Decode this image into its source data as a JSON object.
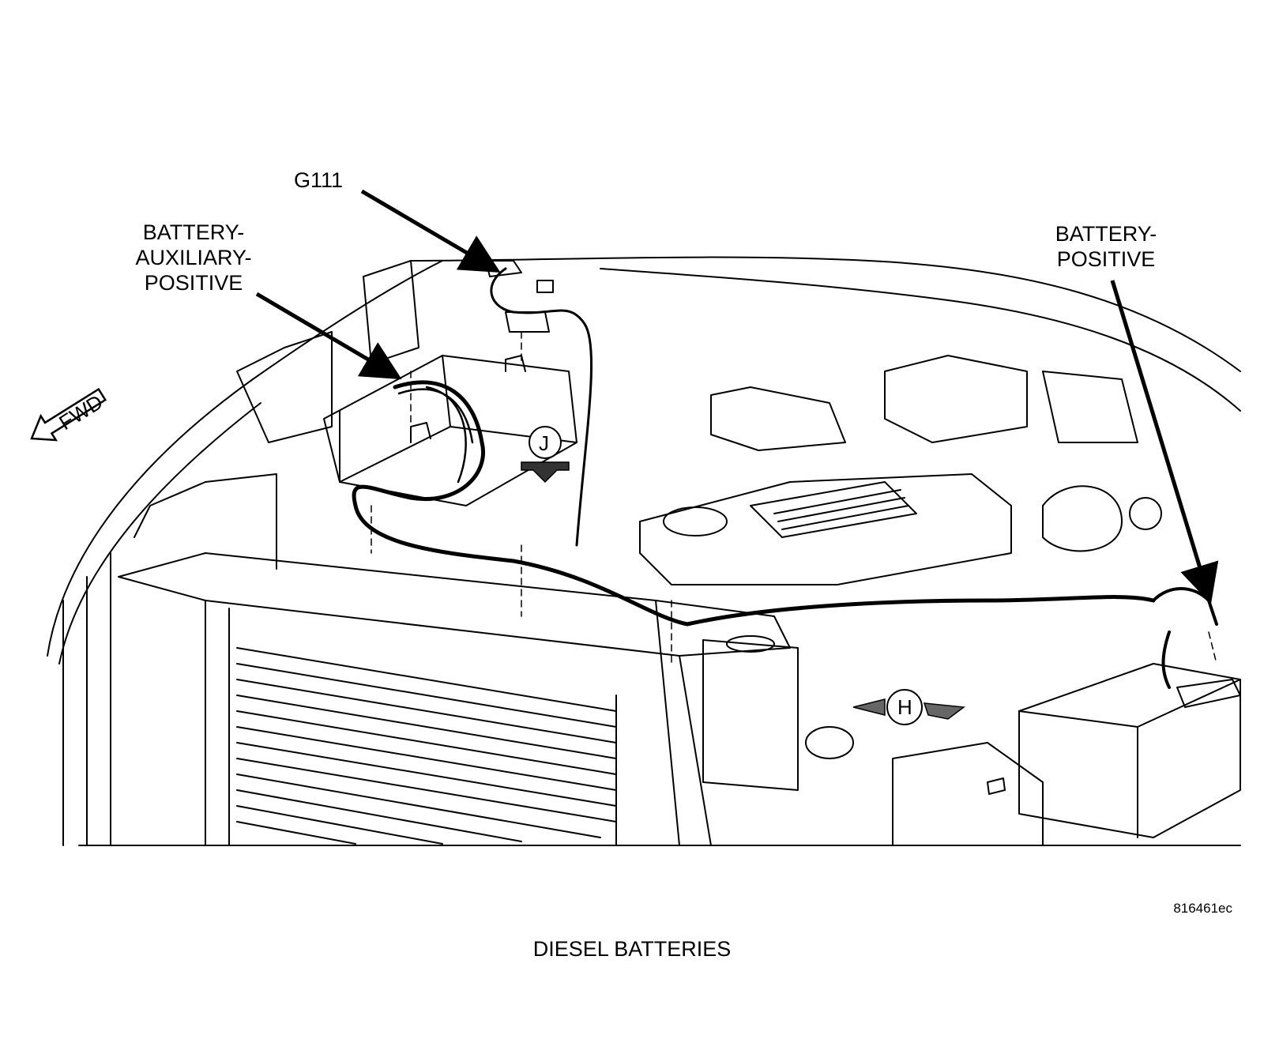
{
  "labels": {
    "g111": "G111",
    "aux_positive": [
      "BATTERY-",
      "AUXILIARY-",
      "POSITIVE"
    ],
    "battery_positive": [
      "BATTERY-",
      "POSITIVE"
    ]
  },
  "callouts": {
    "fwd": "FWD",
    "j": "J",
    "h": "H"
  },
  "figure_id": "816461ec",
  "caption": "DIESEL BATTERIES",
  "colors": {
    "ink": "#000000",
    "paper": "#ffffff"
  }
}
